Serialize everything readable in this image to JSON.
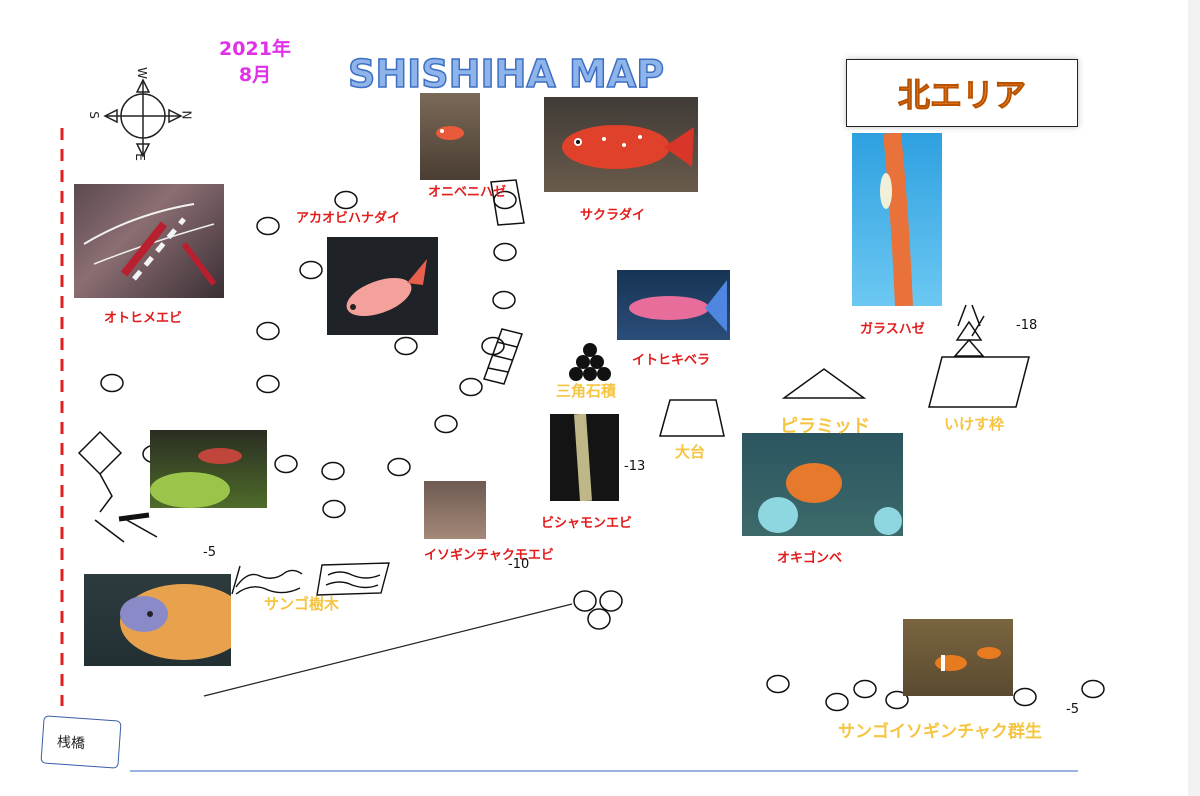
{
  "header": {
    "year": "2021年",
    "month": "8月",
    "title": "SHISHIHA MAP",
    "area": "北エリア"
  },
  "compass": {
    "north": "N",
    "south": "S",
    "east": "E",
    "west": "W"
  },
  "species": [
    {
      "id": "otohime",
      "label": "オトヒメエビ"
    },
    {
      "id": "akaobi",
      "label": "アカオビハナダイ"
    },
    {
      "id": "onibeni",
      "label": "オニベニハゼ"
    },
    {
      "id": "sakura",
      "label": "サクラダイ"
    },
    {
      "id": "itohiki",
      "label": "イトヒキベラ"
    },
    {
      "id": "garasu",
      "label": "ガラスハゼ"
    },
    {
      "id": "bishamon",
      "label": "ビシャモンエビ"
    },
    {
      "id": "isoginchaku-moebi",
      "label": "イソギンチャクモエビ"
    },
    {
      "id": "okigonbe",
      "label": "オキゴンベ"
    }
  ],
  "landmarks": {
    "sankaku": "三角石積",
    "pyramid": "ピラミッド",
    "ikesu": "いけす枠",
    "ohdai": "大台",
    "sango": "サンゴ樹木",
    "sango_iso": "サンゴイソギンチャク群生",
    "dock": "桟橋"
  },
  "depths": {
    "d18": "-18",
    "d13": "-13",
    "d10": "-10",
    "d5a": "-5",
    "d5b": "-5"
  },
  "colors": {
    "accent_pink": "#e030e8",
    "label_red": "#e21b1b",
    "label_gold": "#f5c542",
    "area_orange": "#ff8c2a",
    "title_blue": "#8fb4ea",
    "dashed_line": "#e0201f",
    "dock_line": "#7a9ad6"
  }
}
